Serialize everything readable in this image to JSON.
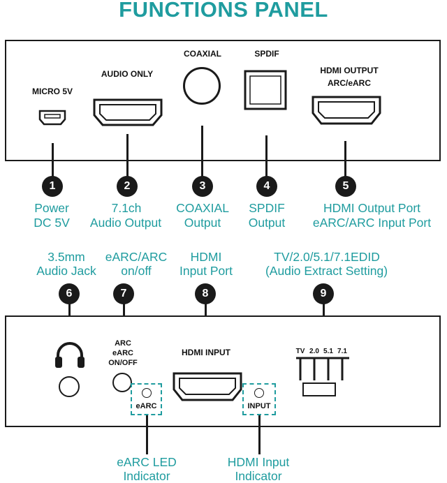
{
  "title": "FUNCTIONS PANEL",
  "top_panel": {
    "labels": {
      "micro": "MICRO 5V",
      "audio_only": "AUDIO ONLY",
      "coaxial": "COAXIAL",
      "spdif": "SPDIF",
      "hdmi_out_1": "HDMI OUTPUT",
      "hdmi_out_2": "ARC/eARC"
    }
  },
  "top_callouts": [
    {
      "num": "1",
      "line1": "Power",
      "line2": "DC 5V"
    },
    {
      "num": "2",
      "line1": "7.1ch",
      "line2": "Audio Output"
    },
    {
      "num": "3",
      "line1": "COAXIAL",
      "line2": "Output"
    },
    {
      "num": "4",
      "line1": "SPDIF",
      "line2": "Output"
    },
    {
      "num": "5",
      "line1": "HDMI Output Port",
      "line2": "eARC/ARC Input Port"
    }
  ],
  "bottom_callouts": [
    {
      "num": "6",
      "line1": "3.5mm",
      "line2": "Audio Jack"
    },
    {
      "num": "7",
      "line1": "eARC/ARC",
      "line2": "on/off"
    },
    {
      "num": "8",
      "line1": "HDMI",
      "line2": "Input Port"
    },
    {
      "num": "9",
      "line1": "TV/2.0/5.1/7.1EDID",
      "line2": "(Audio Extract Setting)"
    }
  ],
  "bottom_panel": {
    "arc_1": "ARC",
    "arc_2": "eARC",
    "arc_3": "ON/OFF",
    "hdmi_input": "HDMI INPUT",
    "earc_led": "eARC",
    "input_led": "INPUT",
    "edid": [
      "TV",
      "2.0",
      "5.1",
      "7.1"
    ]
  },
  "indicators": [
    {
      "line1": "eARC LED",
      "line2": "Indicator"
    },
    {
      "line1": "HDMI Input",
      "line2": "Indicator"
    }
  ]
}
